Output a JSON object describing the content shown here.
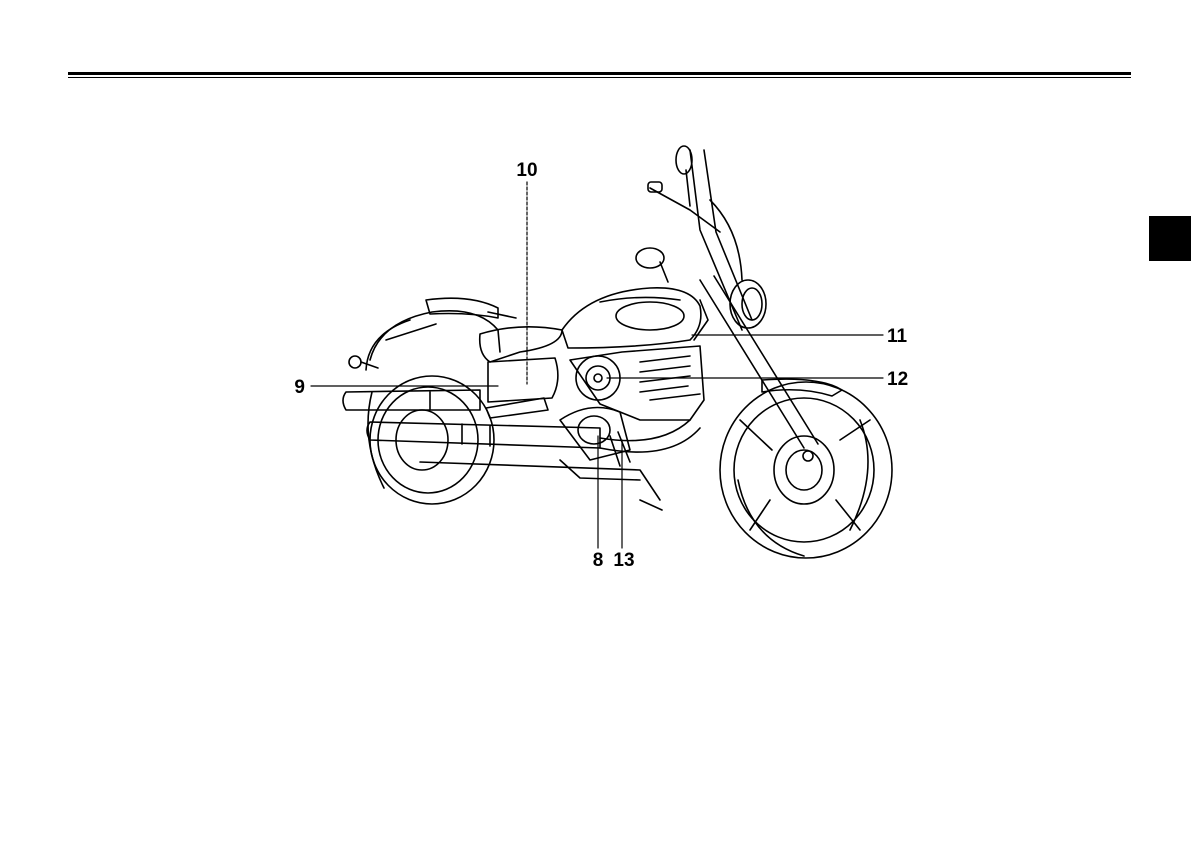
{
  "figure": {
    "callouts": {
      "c8": "8",
      "c9": "9",
      "c10": "10",
      "c11": "11",
      "c12": "12",
      "c13": "13"
    }
  }
}
